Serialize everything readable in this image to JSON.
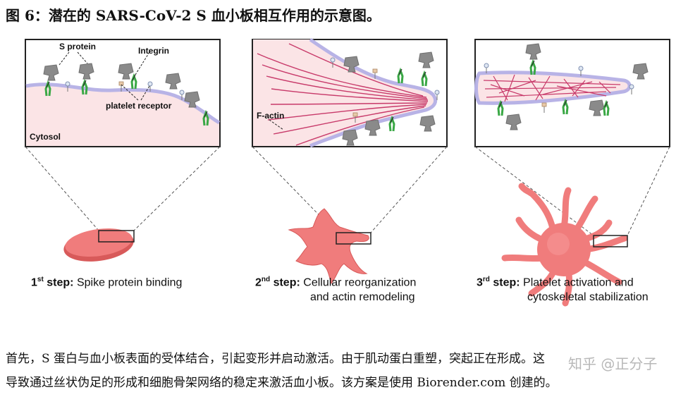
{
  "title": {
    "fig_label": "图 6：",
    "text": "潜在的 SARS-CoV-2 S 血小板相互作用的示意图。"
  },
  "panel1": {
    "s_protein": "S protein",
    "integrin": "Integrin",
    "platelet_receptor": "platelet receptor",
    "cytosol": "Cytosol"
  },
  "panel2": {
    "f_actin": "F-actin"
  },
  "steps": [
    {
      "num": "1",
      "sup": "st",
      "word": "step:",
      "line1": "Spike protein binding",
      "line2": ""
    },
    {
      "num": "2",
      "sup": "nd",
      "word": "step:",
      "line1": "Cellular reorganization",
      "line2": "and actin remodeling"
    },
    {
      "num": "3",
      "sup": "rd",
      "word": "step:",
      "line1": "Platelet activation and",
      "line2": "cytoskeletal stabilization"
    }
  ],
  "caption": {
    "line1": "首先，S 蛋白与血小板表面的受体结合，引起变形并启动激活。由于肌动蛋白重塑，突起正在形成。这",
    "line2": "导致通过丝状伪足的形成和细胞骨架网络的稳定来激活血小板。该方案是使用 Biorender.com 创建的。"
  },
  "watermark": "知乎 @正分子",
  "colors": {
    "platelet": "#f07c7c",
    "platelet_dark": "#d85a5a",
    "membrane": "#b8b3e6",
    "cytosol": "#fbe4e6",
    "actin": "#c83a6a",
    "spike": "#8a8a8a",
    "integrin": "#3aa845"
  }
}
